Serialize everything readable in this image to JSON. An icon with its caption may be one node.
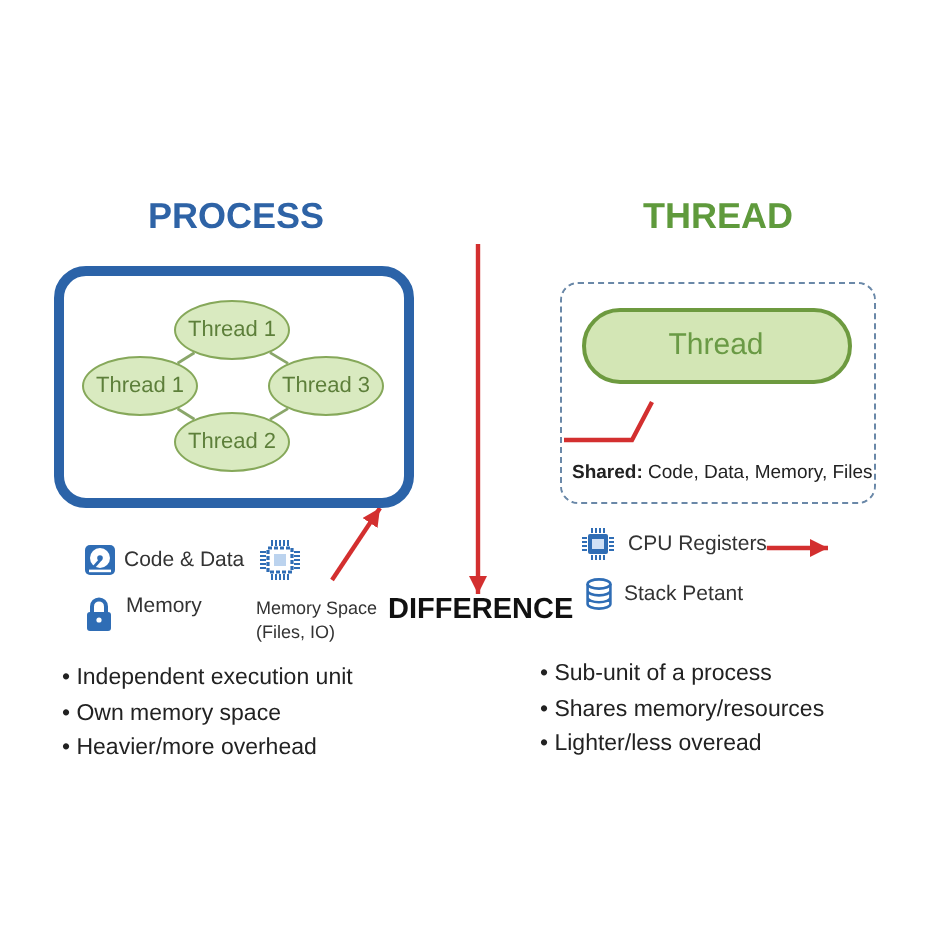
{
  "diagram": {
    "nodes": [
      {
        "text": [
          "PROCESS"
        ]
      },
      {
        "text": [
          "Thread 1"
        ],
        "in": 0
      },
      {
        "text": [
          "Thread 1"
        ],
        "in": 0
      },
      {
        "text": [
          "Thread 3"
        ],
        "in": 0
      },
      {
        "text": [
          "Thread 2"
        ],
        "in": 0
      },
      {
        "text": [
          "THREAD",
          "**Shared:** Code, Data, Memory, Files"
        ]
      },
      {
        "text": [
          "Thread"
        ],
        "in": 5
      },
      {
        "text": [
          "CPU Registers"
        ]
      },
      {
        "text": [
          "DIFFERENCE"
        ]
      }
    ],
    "edges": [
      {
        "from": 1,
        "to": 2,
        "arrow": "none"
      },
      {
        "from": 1,
        "to": 3,
        "arrow": "none"
      },
      {
        "from": 2,
        "to": 4,
        "arrow": "none"
      },
      {
        "from": 3,
        "to": 4,
        "arrow": "none"
      },
      {
        "from": null,
        "to": 8,
        "arrow": "to",
        "color": "#d32f2f"
      },
      {
        "from": null,
        "to": 0,
        "arrow": "to",
        "color": "#d32f2f"
      },
      {
        "from": 7,
        "to": null,
        "arrow": "to",
        "color": "#d32f2f"
      }
    ],
    "labels": [
      "Code & Data",
      "Memory",
      "Memory Space (Files, IO)",
      "Stack Petant",
      "• Independent execution unit",
      "• Own memory space",
      "• Heavier/more overhead",
      "• Sub-unit of a process",
      "• Shares memory/resources",
      "• Lighter/less overead"
    ]
  }
}
